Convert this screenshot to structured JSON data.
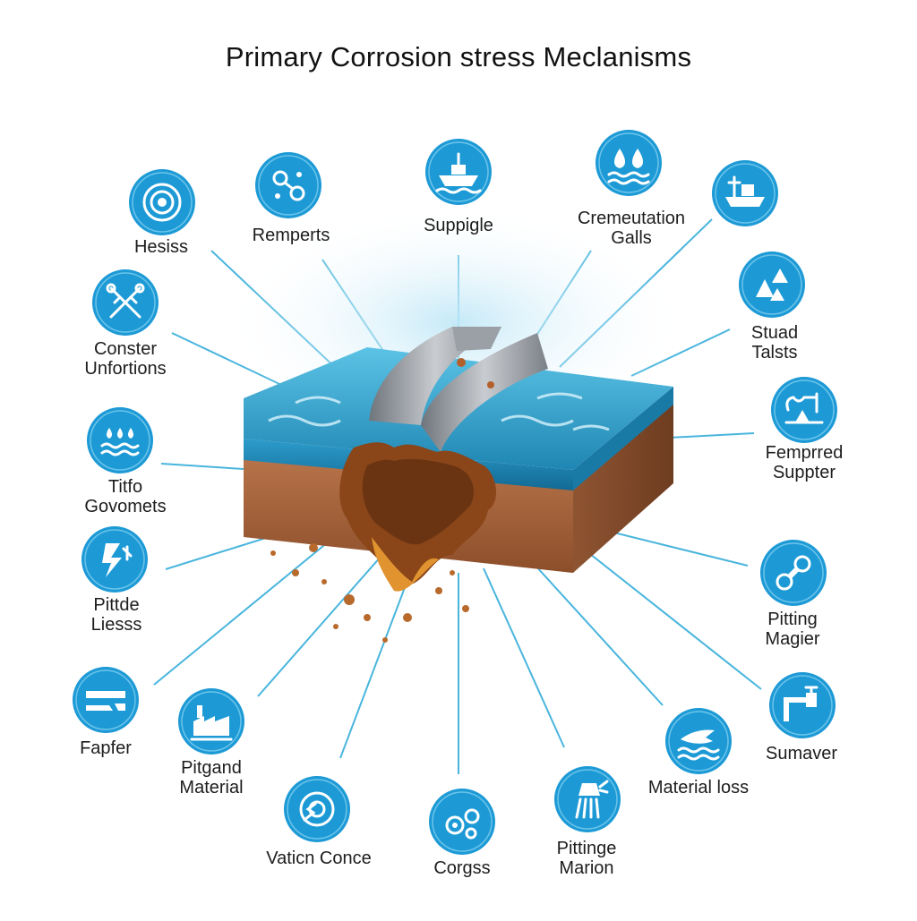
{
  "title": "Primary Corrosion stress Meclanisms",
  "colors": {
    "icon_fill": "#1d9ad6",
    "connector_line": "#49b5dd",
    "water": "#3aa8cf",
    "rust": "#b0683a",
    "metal": "#8c9096"
  },
  "mechanisms": [
    {
      "id": "hesiss",
      "lines": [
        "Hesiss"
      ],
      "icon": "concentric-rings-icon"
    },
    {
      "id": "remperts",
      "lines": [
        "Remperts"
      ],
      "icon": "molecule-gears-icon"
    },
    {
      "id": "suppigle",
      "lines": [
        "Suppigle"
      ],
      "icon": "ship-icon"
    },
    {
      "id": "cremeutation-galls",
      "lines": [
        "Cremeutation",
        "Galls"
      ],
      "icon": "water-drops-icon"
    },
    {
      "id": "ship-top-right",
      "lines": [],
      "icon": "cargo-ship-icon"
    },
    {
      "id": "stuad-talsts",
      "lines": [
        "Stuad",
        "Talsts"
      ],
      "icon": "iceberg-crystals-icon"
    },
    {
      "id": "conster-unfortions",
      "lines": [
        "Conster",
        "Unfortions"
      ],
      "icon": "scissors-branches-icon"
    },
    {
      "id": "fempred-suppter",
      "lines": [
        "Femprred",
        "Suppter"
      ],
      "icon": "tap-wave-icon"
    },
    {
      "id": "titfo-govomets",
      "lines": [
        "Titfo",
        "Govomets"
      ],
      "icon": "drops-waves-icon"
    },
    {
      "id": "pittde-liesss",
      "lines": [
        "Pittde",
        "Liesss"
      ],
      "icon": "broken-shield-icon"
    },
    {
      "id": "pitting-magier",
      "lines": [
        "Pitting",
        "Magier"
      ],
      "icon": "bone-link-icon"
    },
    {
      "id": "fapfer",
      "lines": [
        "Fapfer"
      ],
      "icon": "broken-plank-icon"
    },
    {
      "id": "sumaver",
      "lines": [
        "Sumaver"
      ],
      "icon": "pipe-valve-icon"
    },
    {
      "id": "pitgand-material",
      "lines": [
        "Pitgand",
        "Material"
      ],
      "icon": "factory-icon"
    },
    {
      "id": "material-loss",
      "lines": [
        "Material loss"
      ],
      "icon": "hand-wave-icon"
    },
    {
      "id": "vaticn-conce",
      "lines": [
        "Vaticn Conce"
      ],
      "icon": "disc-crack-icon"
    },
    {
      "id": "corgss",
      "lines": [
        "Corgss"
      ],
      "icon": "gear-cluster-icon"
    },
    {
      "id": "pittinge-marion",
      "lines": [
        "Pittinge",
        "Marion"
      ],
      "icon": "spray-nozzle-icon"
    }
  ]
}
